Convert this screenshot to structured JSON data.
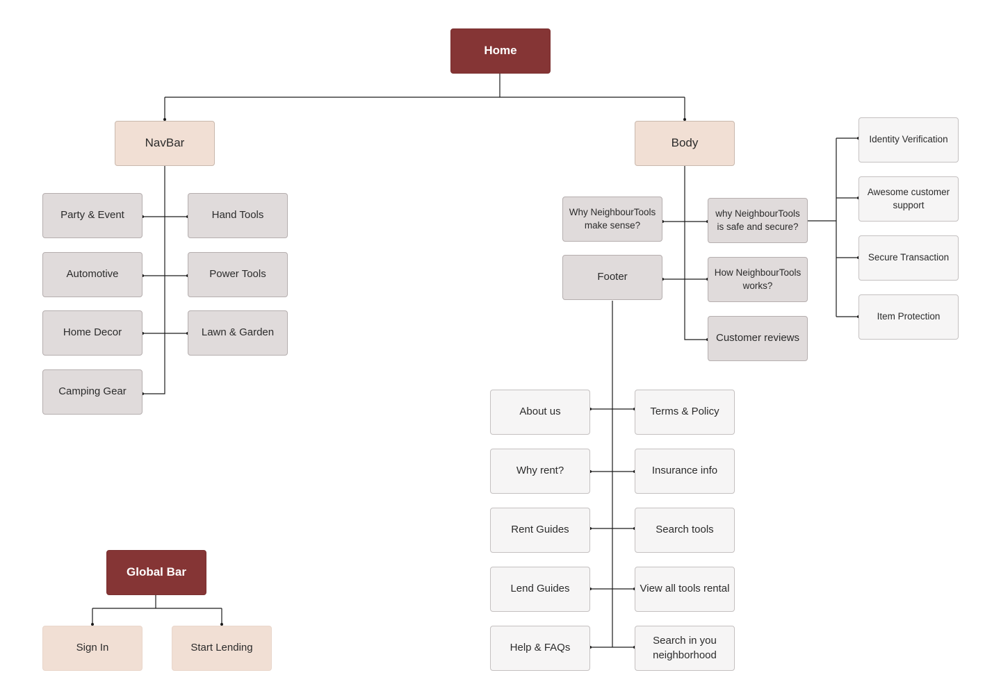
{
  "diagram": {
    "home": "Home",
    "navbar": "NavBar",
    "body": "Body",
    "footer": "Footer",
    "global_bar": "Global Bar",
    "nav_items": [
      "Party & Event",
      "Hand Tools",
      "Automotive",
      "Power Tools",
      "Home Decor",
      "Lawn & Garden",
      "Camping Gear"
    ],
    "body_items": [
      "Why NeighbourTools make sense?",
      "why NeighbourTools is safe and secure?",
      "How NeighbourTools works?",
      "Customer reviews"
    ],
    "safety_items": [
      "Identity Verification",
      "Awesome customer support",
      "Secure Transaction",
      "Item Protection"
    ],
    "footer_items": [
      "About us",
      "Terms & Policy",
      "Why rent?",
      "Insurance info",
      "Rent Guides",
      "Search tools",
      "Lend Guides",
      "View all tools rental",
      "Help & FAQs",
      "Search in you neighborhood"
    ],
    "global_items": [
      "Sign In",
      "Start Lending"
    ]
  },
  "colors": {
    "primary": "#853535",
    "section": "#f1dfd4",
    "grey_box": "#e0dbdb",
    "light_box": "#f6f5f5",
    "connector": "#1a1a1a"
  }
}
